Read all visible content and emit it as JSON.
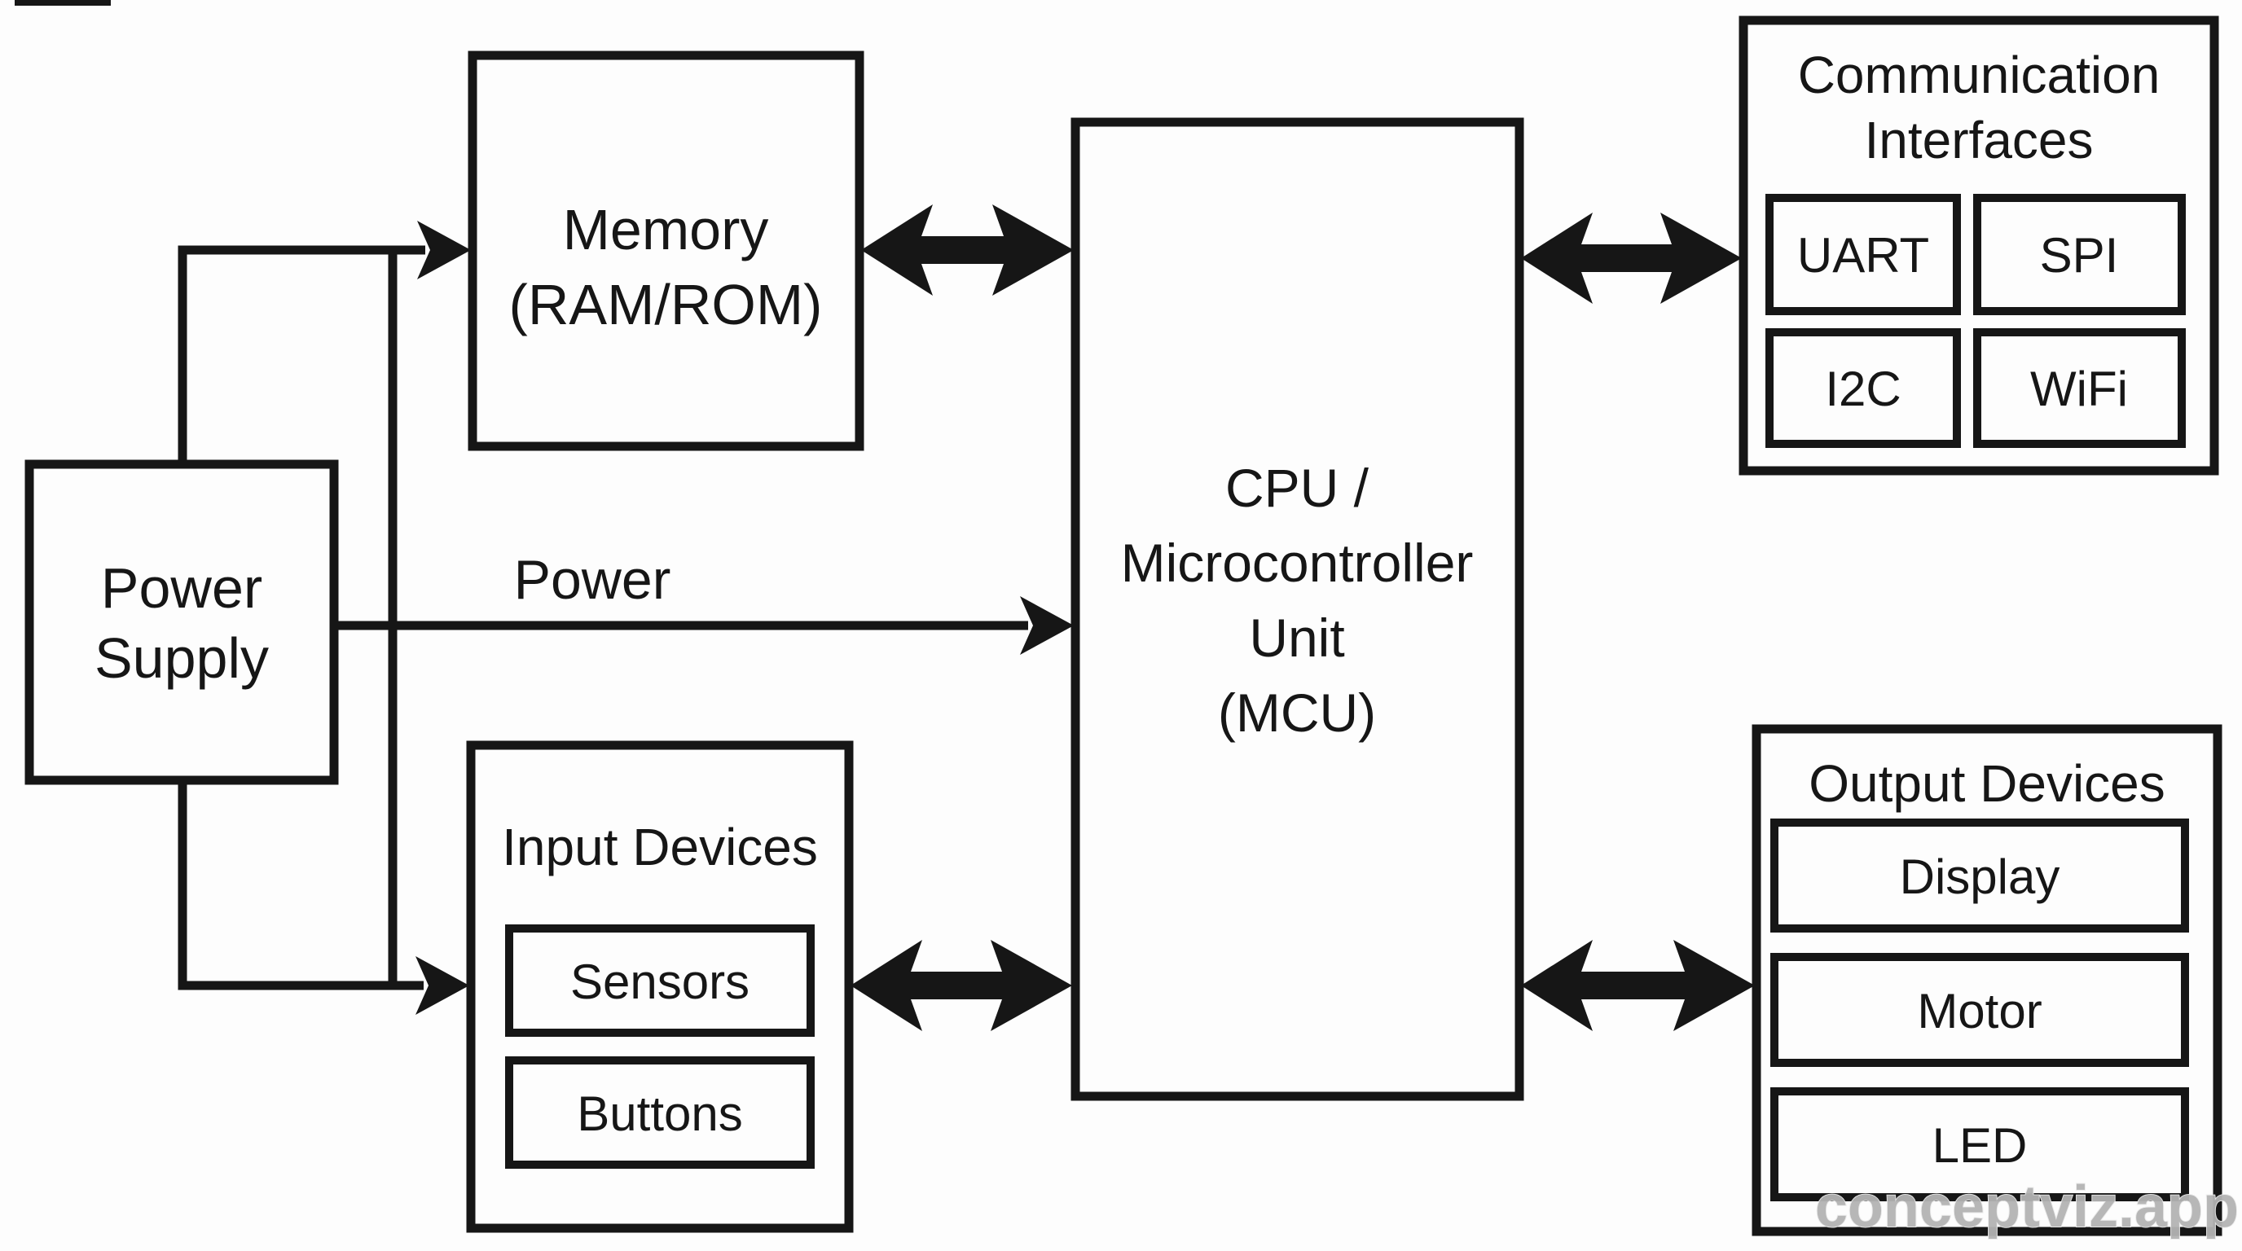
{
  "diagram": {
    "title_semantic": "MCU system block diagram",
    "colors": {
      "background": "#fdfdfd",
      "stroke": "#161616",
      "watermark": "#b4b4b4"
    },
    "power_supply": {
      "line1": "Power",
      "line2": "Supply"
    },
    "memory": {
      "line1": "Memory",
      "line2": "(RAM/ROM)"
    },
    "cpu": {
      "line1": "CPU /",
      "line2": "Microcontroller",
      "line3": "Unit",
      "line4": "(MCU)"
    },
    "comm": {
      "title1": "Communication",
      "title2": "Interfaces",
      "items": [
        "UART",
        "SPI",
        "I2C",
        "WiFi"
      ]
    },
    "input": {
      "title": "Input Devices",
      "items": [
        "Sensors",
        "Buttons"
      ]
    },
    "output": {
      "title": "Output Devices",
      "items": [
        "Display",
        "Motor",
        "LED"
      ]
    },
    "power_label": "Power",
    "watermark": "conceptviz.app"
  }
}
